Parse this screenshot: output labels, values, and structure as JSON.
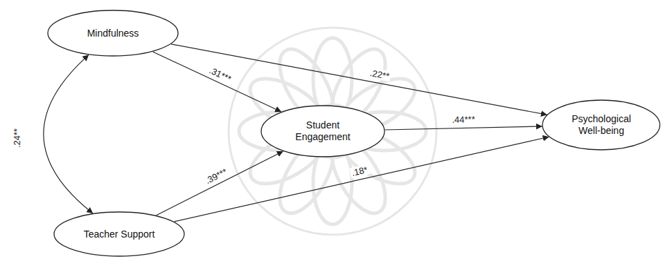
{
  "diagram": {
    "nodes": [
      {
        "text": [
          "Mindfulness"
        ]
      },
      {
        "text": [
          "Student Engagement"
        ]
      },
      {
        "text": [
          "Psychological Well-being"
        ]
      },
      {
        "text": [
          "Teacher Support"
        ]
      }
    ],
    "edges": [
      {
        "from": 0,
        "to": 1,
        "arrow": "to",
        "label": ".31***"
      },
      {
        "from": 0,
        "to": 2,
        "arrow": "to",
        "label": ".22**"
      },
      {
        "from": 1,
        "to": 2,
        "arrow": "to",
        "label": ".44***"
      },
      {
        "from": 3,
        "to": 1,
        "arrow": "to",
        "label": ".39***"
      },
      {
        "from": 3,
        "to": 2,
        "arrow": "to",
        "label": ".18*"
      },
      {
        "from": 0,
        "to": 3,
        "arrow": "both",
        "label": ".24**"
      }
    ]
  }
}
